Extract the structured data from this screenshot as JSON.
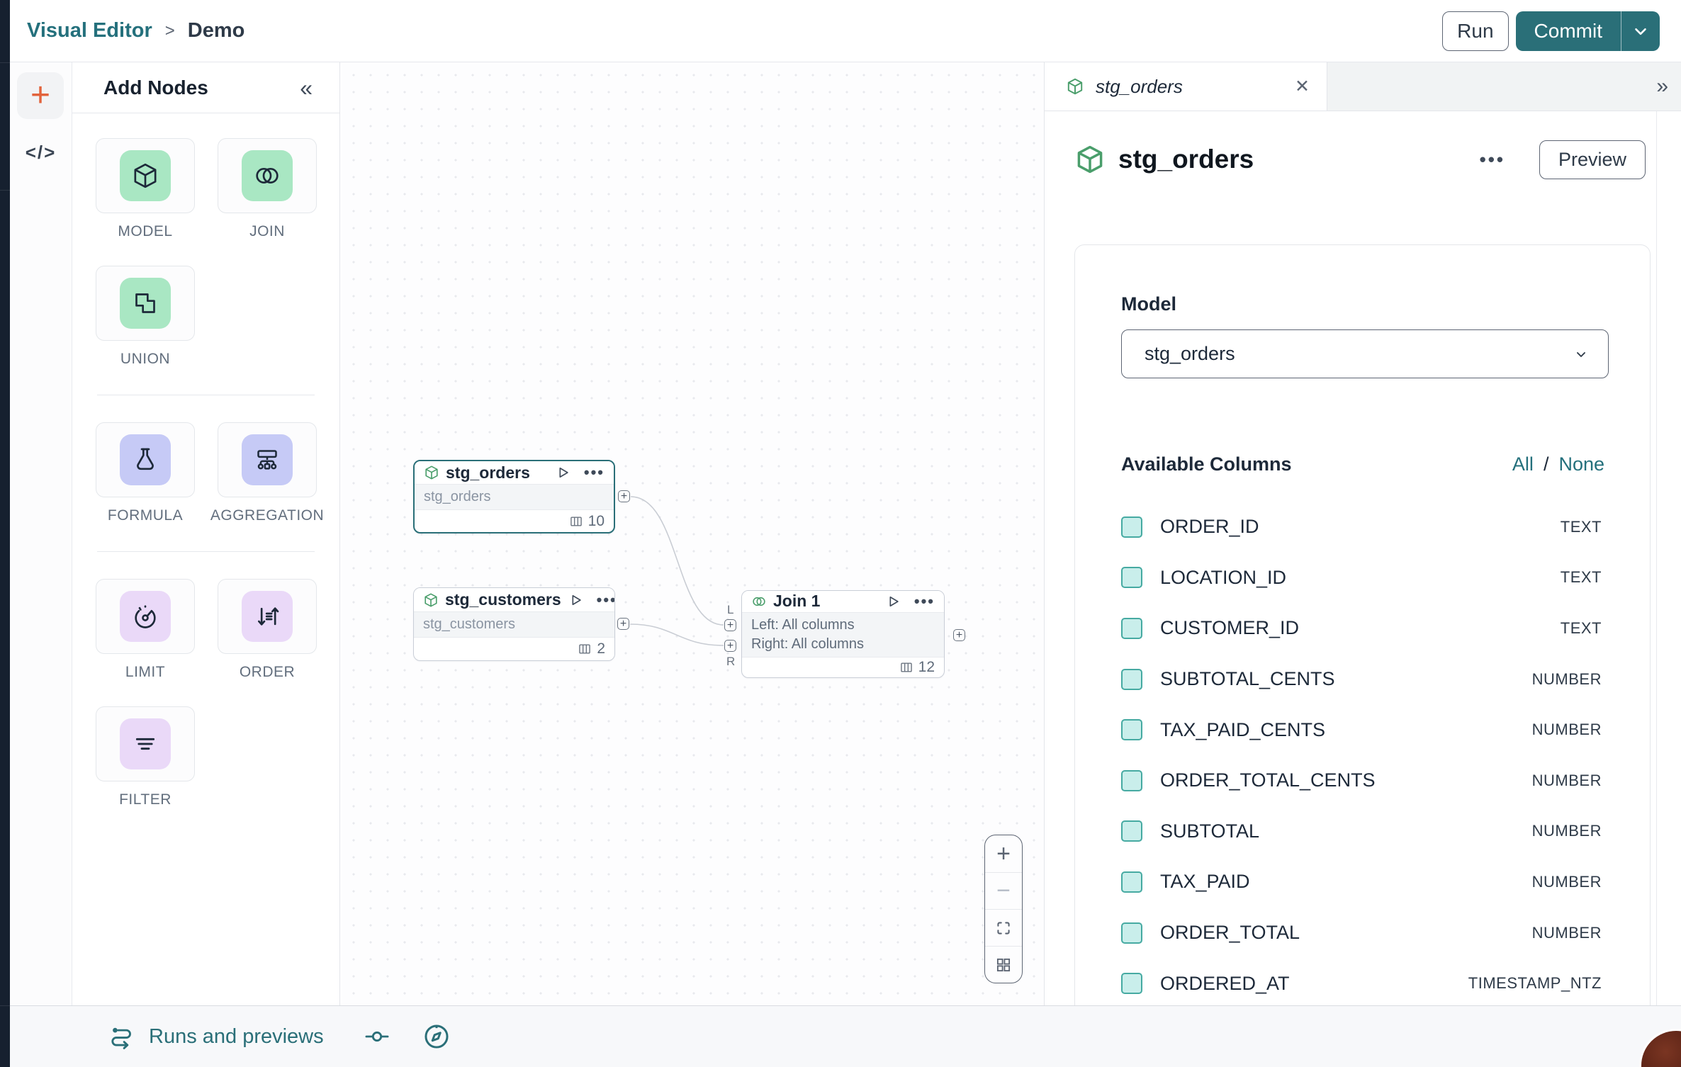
{
  "topbar": {
    "breadcrumb_root": "Visual Editor",
    "breadcrumb_sep": ">",
    "breadcrumb_current": "Demo",
    "run": "Run",
    "commit": "Commit"
  },
  "left_rail": {
    "plus": "+",
    "code": "</>"
  },
  "palette": {
    "title": "Add Nodes",
    "collapse": "«",
    "groups": [
      {
        "items": [
          {
            "label": "MODEL",
            "icon": "cube-icon",
            "theme": "green"
          },
          {
            "label": "JOIN",
            "icon": "join-icon",
            "theme": "green"
          },
          {
            "label": "UNION",
            "icon": "union-icon",
            "theme": "green"
          }
        ]
      },
      {
        "items": [
          {
            "label": "FORMULA",
            "icon": "flask-icon",
            "theme": "indigo"
          },
          {
            "label": "AGGREGATION",
            "icon": "aggregation-icon",
            "theme": "indigo"
          }
        ]
      },
      {
        "items": [
          {
            "label": "LIMIT",
            "icon": "gauge-icon",
            "theme": "purple"
          },
          {
            "label": "ORDER",
            "icon": "sort-icon",
            "theme": "purple"
          },
          {
            "label": "FILTER",
            "icon": "filter-icon",
            "theme": "purple"
          }
        ]
      }
    ]
  },
  "canvas": {
    "nodes": [
      {
        "title": "stg_orders",
        "body": "stg_orders",
        "count": "10"
      },
      {
        "title": "stg_customers",
        "body": "stg_customers",
        "count": "2"
      },
      {
        "title": "Join 1",
        "body_left": "Left: All columns",
        "body_right": "Right: All columns",
        "count": "12",
        "port_left": "L",
        "port_right": "R"
      }
    ]
  },
  "inspector": {
    "tab_label": "stg_orders",
    "close": "✕",
    "collapse": "»",
    "title": "stg_orders",
    "menu": "···",
    "preview": "Preview",
    "model_label": "Model",
    "model_value": "stg_orders",
    "columns_title": "Available Columns",
    "select_all": "All",
    "select_sep": "/",
    "select_none": "None",
    "columns": [
      {
        "name": "ORDER_ID",
        "type": "TEXT"
      },
      {
        "name": "LOCATION_ID",
        "type": "TEXT"
      },
      {
        "name": "CUSTOMER_ID",
        "type": "TEXT"
      },
      {
        "name": "SUBTOTAL_CENTS",
        "type": "NUMBER"
      },
      {
        "name": "TAX_PAID_CENTS",
        "type": "NUMBER"
      },
      {
        "name": "ORDER_TOTAL_CENTS",
        "type": "NUMBER"
      },
      {
        "name": "SUBTOTAL",
        "type": "NUMBER"
      },
      {
        "name": "TAX_PAID",
        "type": "NUMBER"
      },
      {
        "name": "ORDER_TOTAL",
        "type": "NUMBER"
      },
      {
        "name": "ORDERED_AT",
        "type": "TIMESTAMP_NTZ"
      }
    ]
  },
  "bottombar": {
    "label": "Runs and previews"
  },
  "colors": {
    "accent_teal": "#2a6f78",
    "green_icon": "#4a9e6b",
    "tile_green": "#a9e7c3",
    "tile_indigo": "#c6caf6",
    "tile_purple": "#ead9f8",
    "checkbox_fill": "#c9eeeb",
    "checkbox_border": "#46aaa2",
    "plus_orange": "#e2633c"
  }
}
